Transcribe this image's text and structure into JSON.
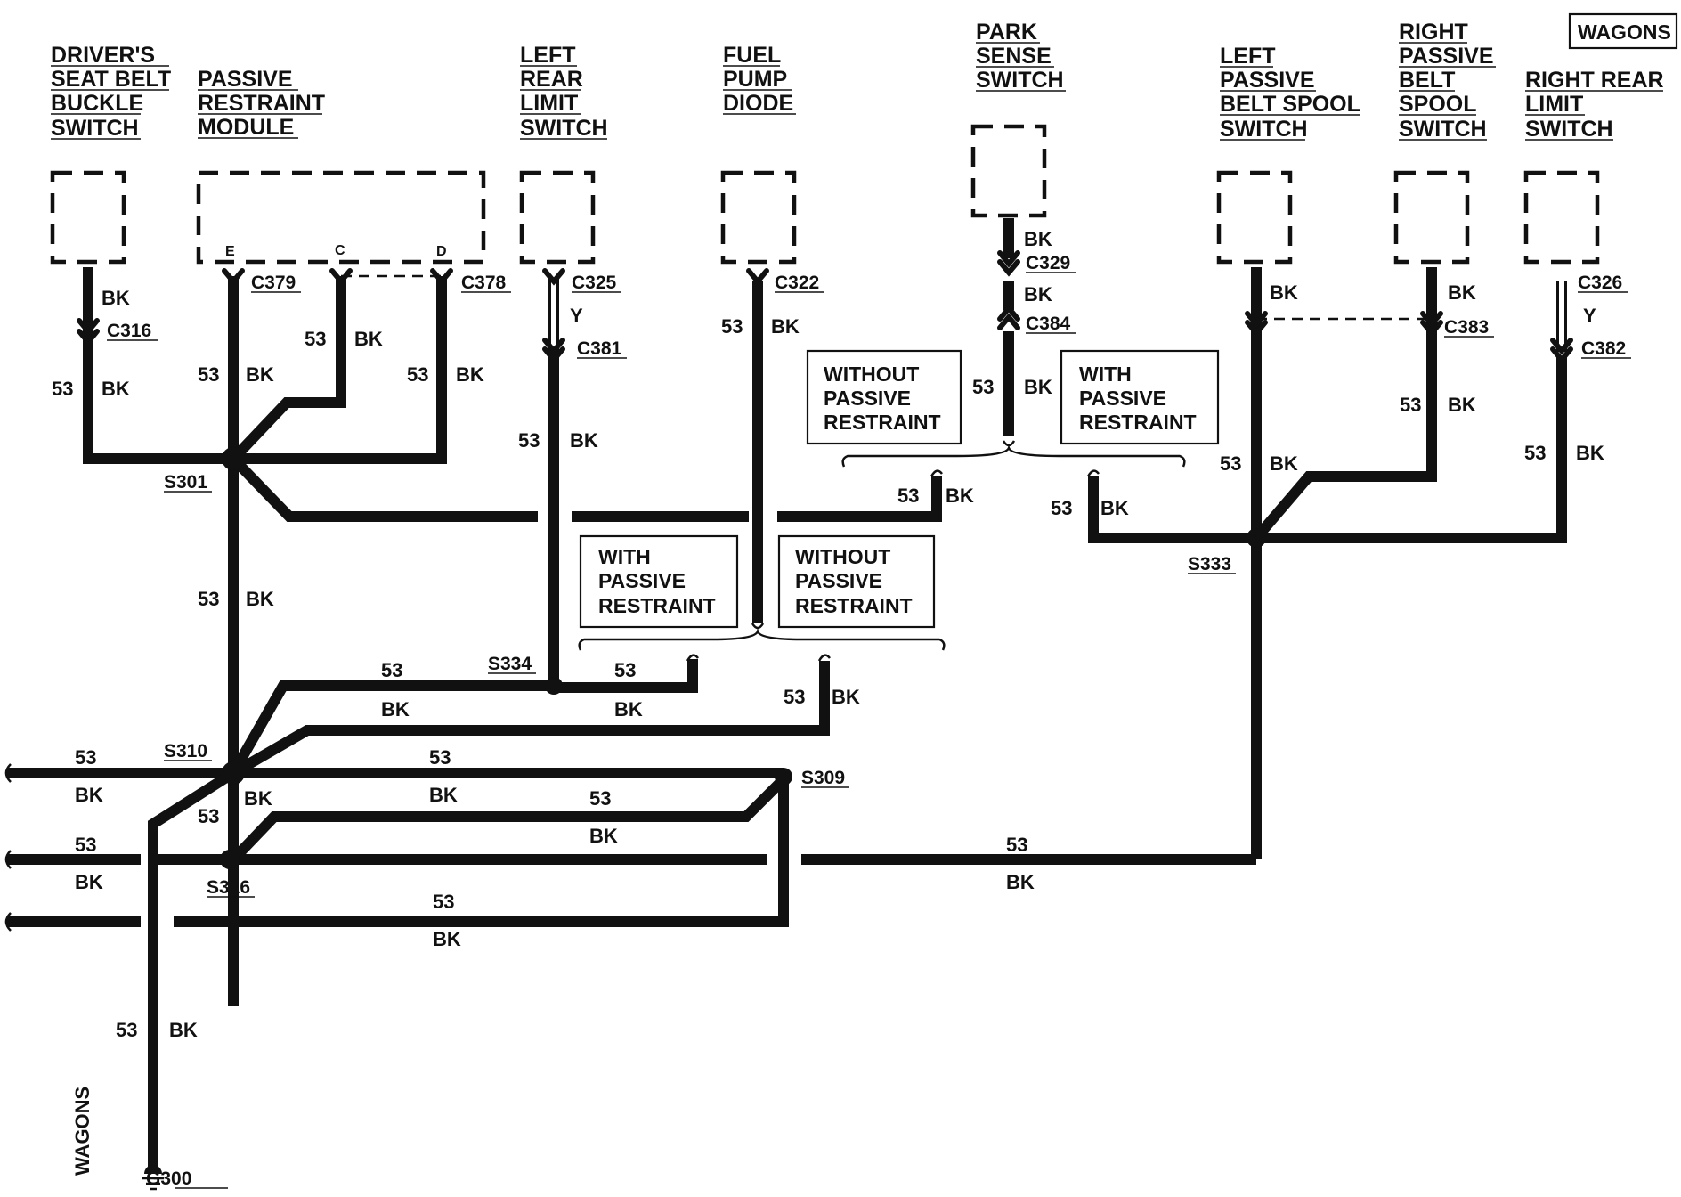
{
  "badge": "WAGONS",
  "side_label": "WAGONS",
  "components": {
    "drivers_buckle": [
      "DRIVER'S",
      "SEAT BELT",
      "BUCKLE",
      "SWITCH"
    ],
    "passive_module": [
      "PASSIVE",
      "RESTRAINT",
      "MODULE"
    ],
    "left_rear_limit": [
      "LEFT",
      "REAR",
      "LIMIT",
      "SWITCH"
    ],
    "fuel_pump_diode": [
      "FUEL",
      "PUMP",
      "DIODE"
    ],
    "park_sense": [
      "PARK",
      "SENSE",
      "SWITCH"
    ],
    "left_spool": [
      "LEFT",
      "PASSIVE",
      "BELT SPOOL",
      "SWITCH"
    ],
    "right_spool": [
      "RIGHT",
      "PASSIVE",
      "BELT",
      "SPOOL",
      "SWITCH"
    ],
    "right_rear_limit": [
      "RIGHT REAR",
      "LIMIT",
      "SWITCH"
    ]
  },
  "module_pins": [
    "E",
    "C",
    "D"
  ],
  "connectors": [
    "C316",
    "C379",
    "C378",
    "C325",
    "C381",
    "C322",
    "C329",
    "C384",
    "C383",
    "C326",
    "C382"
  ],
  "splices": [
    "S301",
    "S310",
    "S334",
    "S309",
    "S316",
    "S333"
  ],
  "ground": "G300",
  "circuit": "53",
  "color_bk": "BK",
  "color_y": "Y",
  "notes": {
    "without_passive": [
      "WITHOUT",
      "PASSIVE",
      "RESTRAINT"
    ],
    "with_passive": [
      "WITH",
      "PASSIVE",
      "RESTRAINT"
    ]
  }
}
